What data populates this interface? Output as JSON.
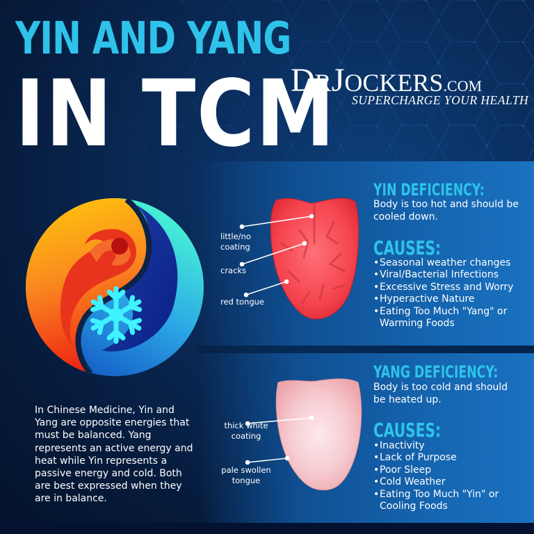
{
  "title": {
    "line1": "YIN AND YANG",
    "line2": "IN TCM"
  },
  "logo": {
    "d": "D",
    "r": "R",
    "j": "J",
    "ockers": "OCKERS",
    "com": ".COM",
    "tagline": "SUPERCHARGE YOUR HEALTH"
  },
  "intro_text": "In Chinese Medicine, Yin and Yang are opposite energies that must be balanced. Yang represents an active energy and heat while Yin represents a passive energy and cold. Both are best expressed when they are in balance.",
  "yin_deficiency": {
    "heading": "YIN DEFICIENCY:",
    "description": "Body is too hot and should be cooled down.",
    "causes_heading": "CAUSES:",
    "causes": [
      "Seasonal weather changes",
      "Viral/Bacterial Infections",
      "Excessive Stress and Worry",
      "Hyperactive Nature",
      "Eating Too Much \"Yang\" or Warming Foods"
    ],
    "tongue_labels": [
      "little/no coating",
      "cracks",
      "red tongue"
    ],
    "tongue_color": "#f0444e"
  },
  "yang_deficiency": {
    "heading": "YANG DEFICIENCY:",
    "description": "Body is too cold and should be heated up.",
    "causes_heading": "CAUSES:",
    "causes": [
      "Inactivity",
      "Lack of Purpose",
      "Poor Sleep",
      "Cold Weather",
      "Eating Too Much \"Yin\" or Cooling Foods"
    ],
    "tongue_labels": [
      "thick white coating",
      "pale swollen tongue"
    ],
    "tongue_color": "#f3c4c6"
  },
  "icons": {
    "yin_yang": "yin-yang-fire-ice-icon",
    "snowflake": "snowflake-icon"
  },
  "colors": {
    "accent_cyan": "#2fc3ea",
    "background_navy": "#061a3a",
    "panel_blue": "#1565b0"
  }
}
